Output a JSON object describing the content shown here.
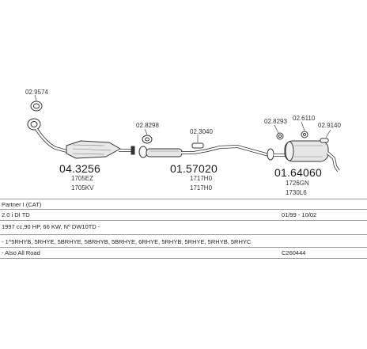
{
  "references": {
    "r1": "02.9574",
    "r2": "02.8298",
    "r3": "02.3040",
    "r4": "02.8293",
    "r5": "02.6110",
    "r6": "02.9140"
  },
  "parts": {
    "front": {
      "number": "04.3256",
      "oe": [
        "1705EZ",
        "1705KV"
      ]
    },
    "middle": {
      "number": "01.57020",
      "oe": [
        "1717H0",
        "1717H0"
      ]
    },
    "rear": {
      "number": "01.64060",
      "oe": [
        "1726GN",
        "1730L6"
      ]
    }
  },
  "table": {
    "rows": [
      {
        "col1": "Partner I (CAT)",
        "col2": ""
      },
      {
        "col1": "2.0 i DI TD",
        "col2": "01/99 - 10/02"
      },
      {
        "col1": "1997 cc,90 HP, 66 KW, Nº DW10TD -",
        "col2": ""
      },
      {
        "col1": "- 1^5RHYB, 5RHYE, 5BRHYE, 5BRHYB, 5BRHYE, 6RHYE, 5RHYB, 5RHYE, 5RHYB, 5RHYC",
        "col2": ""
      },
      {
        "col1": "- Also All Road",
        "col2": "C260444"
      }
    ]
  }
}
